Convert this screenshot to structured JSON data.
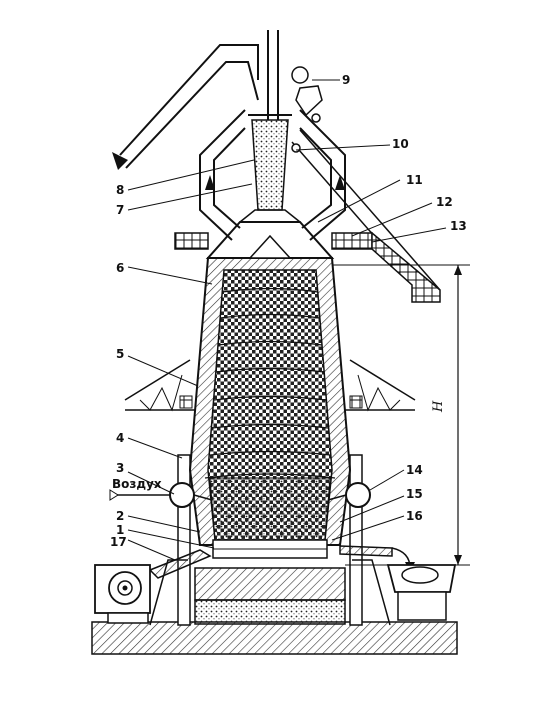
{
  "callouts": [
    {
      "id": "1",
      "text": "1"
    },
    {
      "id": "2",
      "text": "2"
    },
    {
      "id": "3",
      "text": "3"
    },
    {
      "id": "4",
      "text": "4"
    },
    {
      "id": "5",
      "text": "5"
    },
    {
      "id": "6",
      "text": "6"
    },
    {
      "id": "7",
      "text": "7"
    },
    {
      "id": "8",
      "text": "8"
    },
    {
      "id": "9",
      "text": "9"
    },
    {
      "id": "10",
      "text": "10"
    },
    {
      "id": "11",
      "text": "11"
    },
    {
      "id": "12",
      "text": "12"
    },
    {
      "id": "13",
      "text": "13"
    },
    {
      "id": "14",
      "text": "14"
    },
    {
      "id": "15",
      "text": "15"
    },
    {
      "id": "16",
      "text": "16"
    },
    {
      "id": "17",
      "text": "17"
    }
  ],
  "air_label": "Воздух",
  "height_label": "H",
  "colors": {
    "ink": "#111111",
    "paper": "#ffffff",
    "hatch": "#555555"
  }
}
